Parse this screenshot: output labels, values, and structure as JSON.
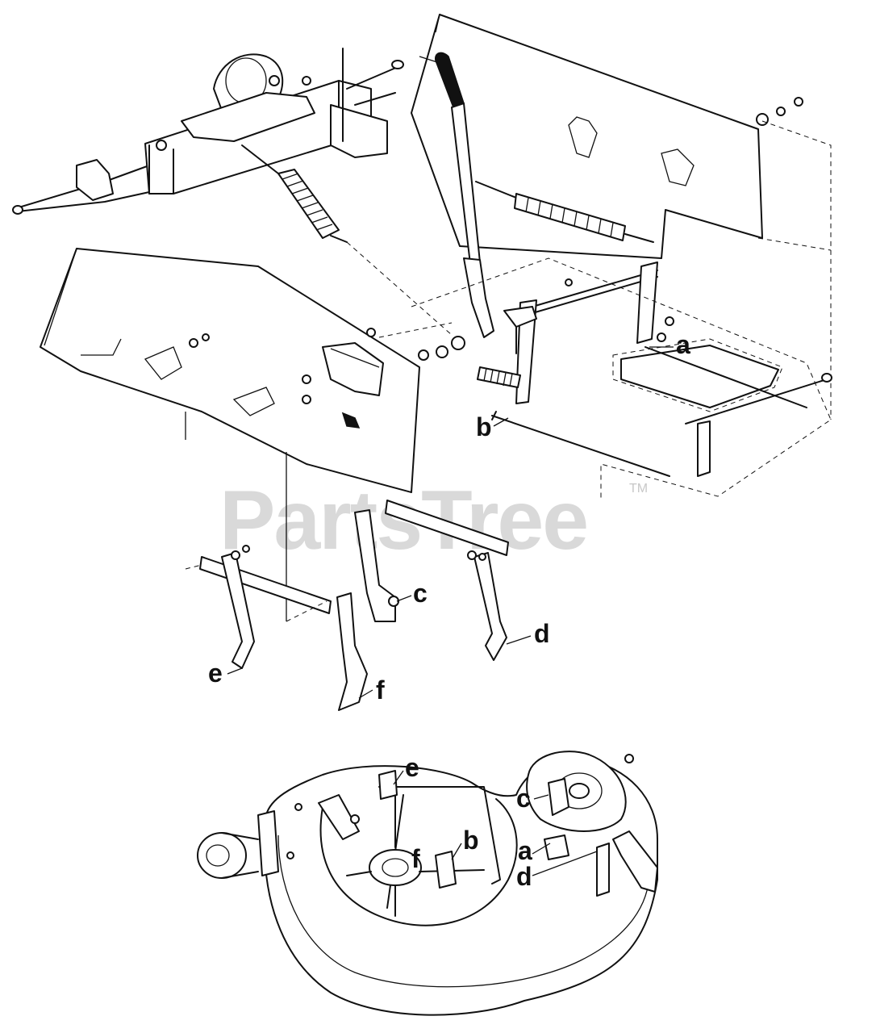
{
  "watermark": {
    "text": "PartsTree",
    "trademark": "TM"
  },
  "callouts": {
    "upper": {
      "a": "a",
      "b": "b",
      "c": "c",
      "d": "d",
      "e": "e",
      "f": "f"
    },
    "deck": {
      "a": "a",
      "b": "b",
      "c": "c",
      "d": "d",
      "e": "e",
      "f": "f"
    }
  },
  "colors": {
    "ink": "#111111",
    "paper": "#ffffff",
    "watermark": "#d9d9d9"
  }
}
